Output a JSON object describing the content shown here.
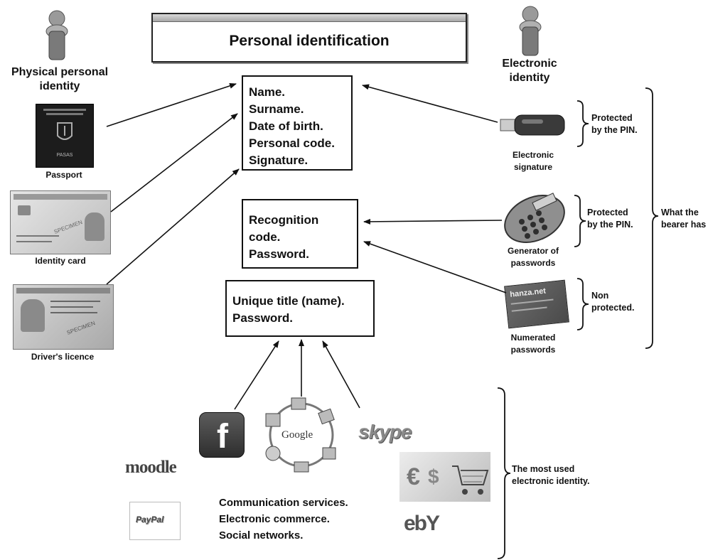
{
  "title": "Personal identification",
  "physical": {
    "heading_line1": "Physical personal",
    "heading_line2": "identity",
    "passport_caption": "Passport",
    "passport_cover_text": "PASAS",
    "id_card_caption": "Identity card",
    "id_card_stamp": "SPECIMEN",
    "licence_caption": "Driver's licence",
    "licence_stamp": "SPECIMEN"
  },
  "electronic": {
    "heading_line1": "Electronic",
    "heading_line2": "identity",
    "signature_caption_line1": "Electronic",
    "signature_caption_line2": "signature",
    "generator_caption_line1": "Generator of",
    "generator_caption_line2": "passwords",
    "numerated_caption_line1": "Numerated",
    "numerated_caption_line2": "passwords",
    "card_text": "hanza.net",
    "protected1_line1": "Protected",
    "protected1_line2": "by the PIN.",
    "protected2_line1": "Protected",
    "protected2_line2": "by the PIN.",
    "nonprotected_line1": "Non",
    "nonprotected_line2": "protected.",
    "bearer_line1": "What the",
    "bearer_line2": "bearer has"
  },
  "boxes": {
    "identity_lines": [
      "Name.",
      "Surname.",
      "Date of birth.",
      "Personal code.",
      "Signature."
    ],
    "recognition_lines": [
      "Recognition",
      "code.",
      "Password."
    ],
    "unique_lines": [
      "Unique title (name).",
      "Password."
    ]
  },
  "services": {
    "facebook": "f",
    "google": "Google",
    "skype": "skype",
    "moodle": "moodle",
    "paypal": "PayPal",
    "ebay": "ebY",
    "lines": [
      "Communication services.",
      "Electronic commerce.",
      "Social networks."
    ],
    "most_used_line1": "The most used",
    "most_used_line2": "electronic identity."
  }
}
